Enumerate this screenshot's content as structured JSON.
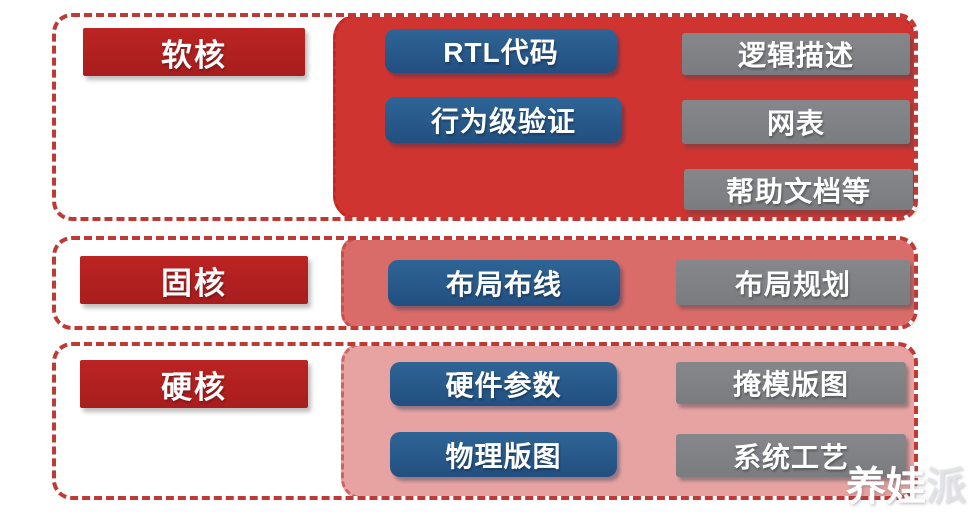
{
  "colors": {
    "dash-red": "#c03a35",
    "label-red": "#ae1f1e",
    "soft-container": "#cf3431",
    "firm-container": "#d96b68",
    "hard-container": "#e7a3a2",
    "chip-blue": "#2a5d8c",
    "chip-gray": "#7f8184",
    "text-white": "#ffffff"
  },
  "rows": [
    {
      "label": "软核",
      "blue_items": [
        "RTL代码",
        "行为级验证"
      ],
      "gray_items": [
        "逻辑描述",
        "网表",
        "帮助文档等"
      ]
    },
    {
      "label": "固核",
      "blue_items": [
        "布局布线"
      ],
      "gray_items": [
        "布局规划"
      ]
    },
    {
      "label": "硬核",
      "blue_items": [
        "硬件参数",
        "物理版图"
      ],
      "gray_items": [
        "掩模版图",
        "系统工艺"
      ]
    }
  ],
  "watermark": {
    "text_main": "养娃",
    "text_light": "派"
  }
}
